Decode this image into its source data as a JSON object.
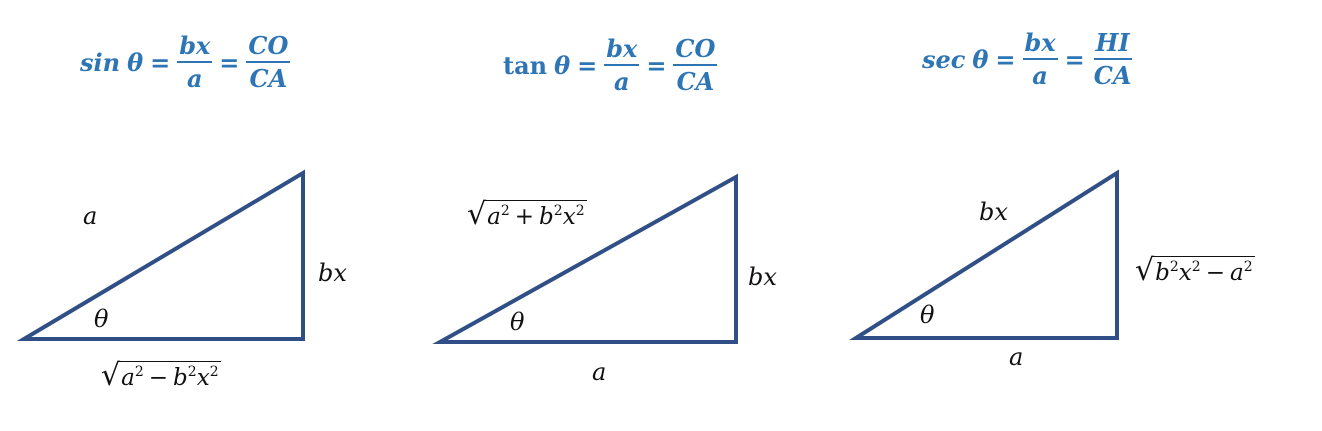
{
  "formulas": [
    {
      "fn": "sin",
      "theta": "θ",
      "eq": "=",
      "frac1_num": "bx",
      "frac1_den": "a",
      "frac2_num": "CO",
      "frac2_den": "CA"
    },
    {
      "fn": "tan",
      "theta": "θ",
      "eq": "=",
      "frac1_num": "bx",
      "frac1_den": "a",
      "frac2_num": "CO",
      "frac2_den": "CA"
    },
    {
      "fn": "sec",
      "theta": "θ",
      "eq": "=",
      "frac1_num": "bx",
      "frac1_den": "a",
      "frac2_num": "HI",
      "frac2_den": "CA"
    }
  ],
  "triangles": [
    {
      "hypotenuse": "a",
      "opposite": "bx",
      "angle": "θ",
      "adjacent_sqrt": {
        "t1": "a",
        "e1": "2",
        "op": "−",
        "t2": "b",
        "e2": "2",
        "t3": "x",
        "e3": "2"
      }
    },
    {
      "hypotenuse_sqrt": {
        "t1": "a",
        "e1": "2",
        "op": "+",
        "t2": "b",
        "e2": "2",
        "t3": "x",
        "e3": "2"
      },
      "opposite": "bx",
      "angle": "θ",
      "adjacent": "a"
    },
    {
      "hypotenuse": "bx",
      "opposite_sqrt": {
        "t1": "b",
        "e1": "2",
        "t2": "x",
        "e2": "2",
        "op": "−",
        "t3": "a",
        "e3": "2"
      },
      "angle": "θ",
      "adjacent": "a"
    }
  ],
  "colors": {
    "formula": "#2E75B6",
    "triangle_stroke": "#2F4F86",
    "label": "#111111"
  }
}
